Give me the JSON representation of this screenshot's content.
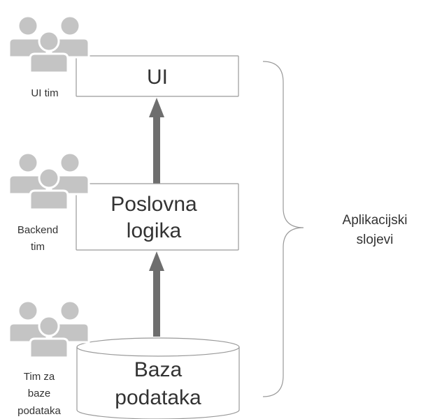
{
  "layers": {
    "ui": {
      "label": "UI"
    },
    "business": {
      "line1": "Poslovna",
      "line2": "logika"
    },
    "database": {
      "line1": "Baza",
      "line2": "podataka"
    }
  },
  "teams": {
    "ui": {
      "line1": "UI tim"
    },
    "backend": {
      "line1": "Backend",
      "line2": "tim"
    },
    "database": {
      "line1": "Tim za",
      "line2": "baze",
      "line3": "podataka"
    }
  },
  "brace_label": {
    "line1": "Aplikacijski",
    "line2": "slojevi"
  },
  "colors": {
    "icon_fill": "#c4c4c4",
    "icon_outline": "#ffffff",
    "arrow": "#6e6e6e",
    "box_border": "#9a9a9a",
    "text": "#333333"
  },
  "icons": [
    "people-group-icon",
    "people-group-icon",
    "people-group-icon"
  ]
}
